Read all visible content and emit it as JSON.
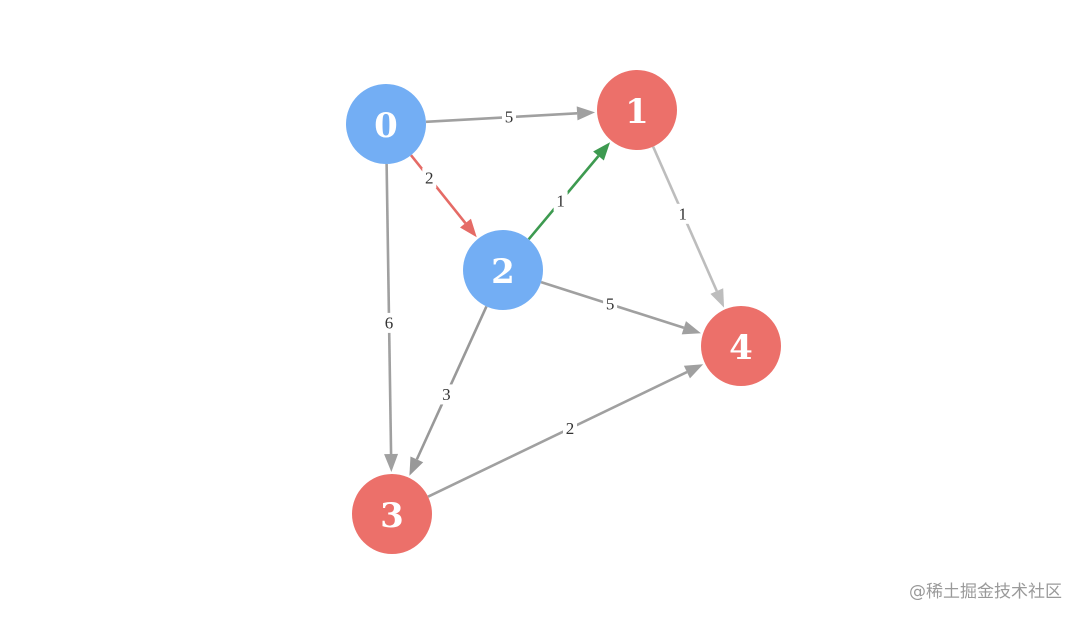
{
  "graph": {
    "directed": true,
    "nodes": [
      {
        "id": "0",
        "label": "0",
        "color": "#73aef4"
      },
      {
        "id": "1",
        "label": "1",
        "color": "#ec706a"
      },
      {
        "id": "2",
        "label": "2",
        "color": "#73aef4"
      },
      {
        "id": "3",
        "label": "3",
        "color": "#ec706a"
      },
      {
        "id": "4",
        "label": "4",
        "color": "#ec706a"
      }
    ],
    "edges": [
      {
        "from": "0",
        "to": "1",
        "weight": "5",
        "color": "#a0a0a0"
      },
      {
        "from": "0",
        "to": "2",
        "weight": "2",
        "color": "#e56b66"
      },
      {
        "from": "0",
        "to": "3",
        "weight": "6",
        "color": "#a0a0a0"
      },
      {
        "from": "2",
        "to": "1",
        "weight": "1",
        "color": "#3d9a50"
      },
      {
        "from": "1",
        "to": "4",
        "weight": "1",
        "color": "#bdbdbd"
      },
      {
        "from": "2",
        "to": "4",
        "weight": "5",
        "color": "#a0a0a0"
      },
      {
        "from": "2",
        "to": "3",
        "weight": "3",
        "color": "#999999"
      },
      {
        "from": "3",
        "to": "4",
        "weight": "2",
        "color": "#a0a0a0"
      }
    ]
  },
  "watermark": "@稀土掘金技术社区"
}
